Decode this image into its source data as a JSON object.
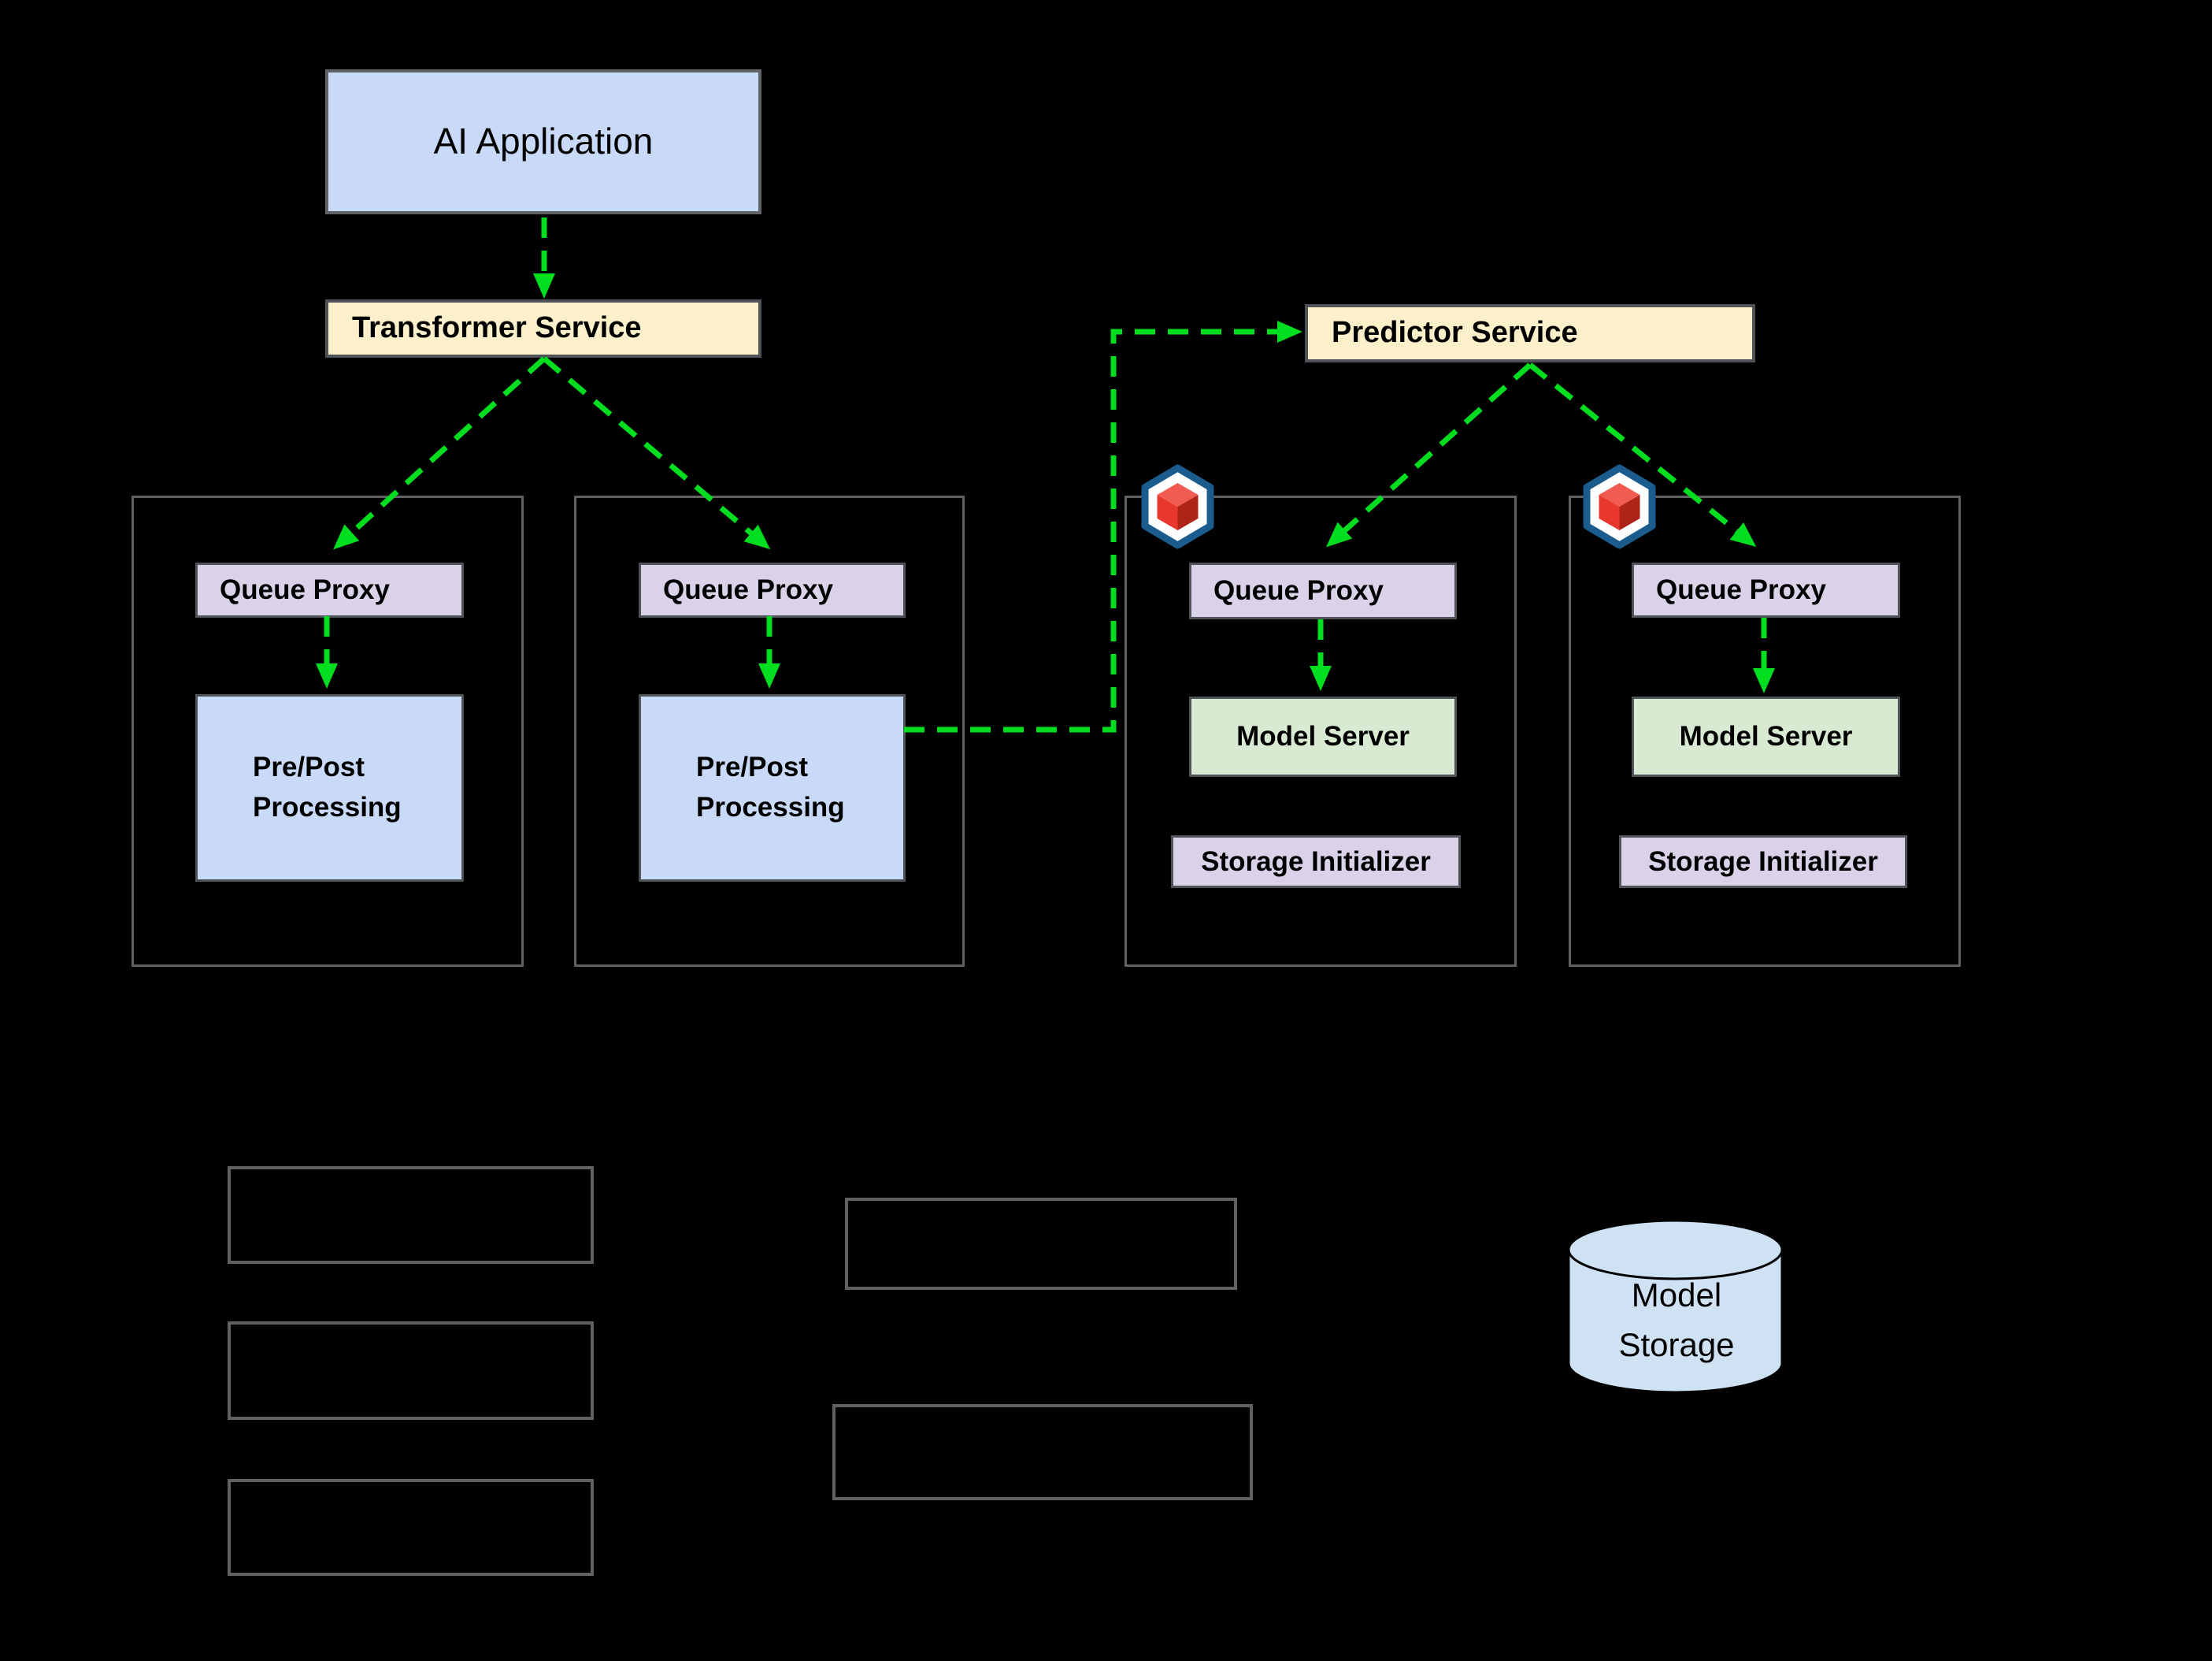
{
  "colors": {
    "canvas_bg": "#000000",
    "arrow_green": "#00de1f",
    "app_blue": "#c9daf8",
    "service_cream": "#fbf0ca",
    "proxy_purple": "#d9d2e9",
    "server_green": "#d9ead3",
    "cylinder_blue": "#cfe2f3",
    "container_border": "#616161",
    "box_border": "#4f5357",
    "hex_blue": "#1a5c8d",
    "cube_top": "#f15b51",
    "cube_left": "#e8382d",
    "cube_right": "#b02318"
  },
  "nodes": {
    "ai_application": "AI Application",
    "transformer_service": "Transformer Service",
    "predictor_service": "Predictor Service",
    "model_storage": "Model Storage"
  },
  "transformer_pods": [
    {
      "queue_proxy": "Queue Proxy",
      "processing": "Pre/Post Processing"
    },
    {
      "queue_proxy": "Queue Proxy",
      "processing": "Pre/Post Processing"
    }
  ],
  "predictor_pods": [
    {
      "queue_proxy": "Queue Proxy",
      "model_server": "Model Server",
      "storage_initializer": "Storage Initializer"
    },
    {
      "queue_proxy": "Queue Proxy",
      "model_server": "Model Server",
      "storage_initializer": "Storage Initializer"
    }
  ],
  "icons": {
    "pod_badge": "red-cube-hexagon"
  }
}
